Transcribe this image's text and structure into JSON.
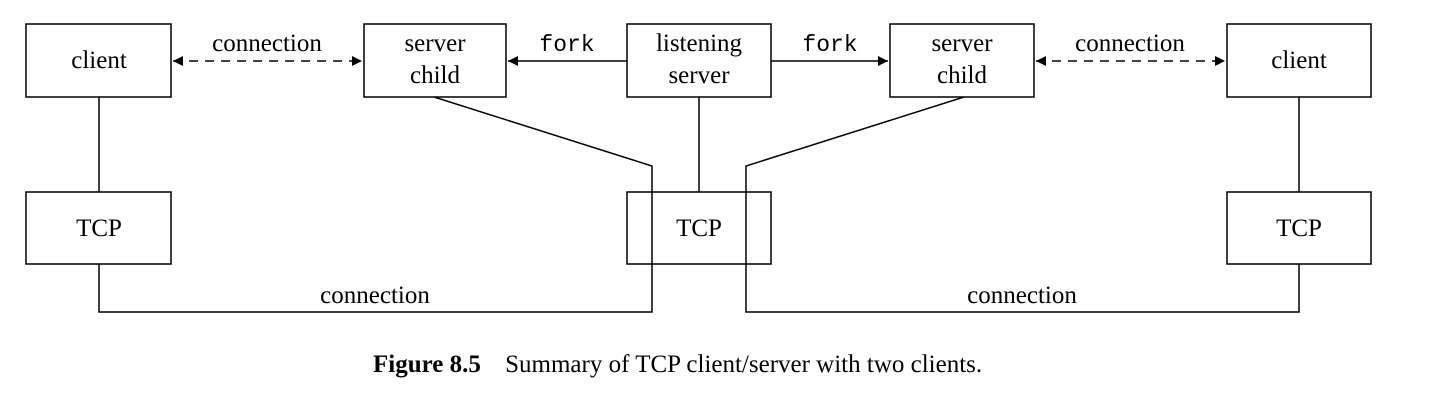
{
  "diagram": {
    "left_client_label": "client",
    "left_server_child_line1": "server",
    "left_server_child_line2": "child",
    "listening_server_line1": "listening",
    "listening_server_line2": "server",
    "right_server_child_line1": "server",
    "right_server_child_line2": "child",
    "right_client_label": "client",
    "left_tcp_label": "TCP",
    "center_tcp_label": "TCP",
    "right_tcp_label": "TCP",
    "left_connection_label": "connection",
    "right_connection_label": "connection",
    "left_fork_label": "fork",
    "right_fork_label": "fork",
    "bottom_left_connection_label": "connection",
    "bottom_right_connection_label": "connection"
  },
  "caption": {
    "figure_number": "Figure 8.5",
    "text": "Summary of TCP client/server with two clients."
  }
}
